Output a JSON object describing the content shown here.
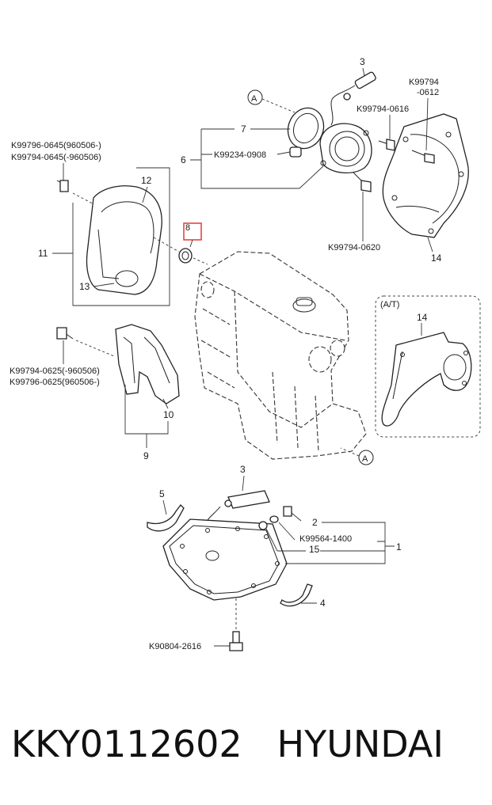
{
  "labels": {
    "callout_a_top": "A",
    "callout_a_engine": "A",
    "part_3_top": "3",
    "k99794_0612_line1": "K99794",
    "k99794_0612_line2": "-0612",
    "k99794_0616": "K99794-0616",
    "part_7": "7",
    "part_6": "6",
    "k99234_0908": "K99234-0908",
    "k99796_0645": "K99796-0645(960506-)",
    "k99794_0645": "K99794-0645(-960506)",
    "part_12": "12",
    "part_8": "8",
    "part_11": "11",
    "part_13": "13",
    "k99794_0620": "K99794-0620",
    "part_14_top": "14",
    "at_label": "(A/T)",
    "part_14_at": "14",
    "k99794_0625": "K99794-0625(-960506)",
    "k99796_0625": "K99796-0625(960506-)",
    "part_10": "10",
    "part_9": "9",
    "part_3_bottom": "3",
    "part_5": "5",
    "part_2": "2",
    "k99564_1400": "K99564-1400",
    "part_15": "15",
    "part_1": "1",
    "part_4": "4",
    "k90804_2616": "K90804-2616"
  },
  "caption": {
    "part_number": "KKY0112602",
    "brand": "HYUNDAI"
  }
}
